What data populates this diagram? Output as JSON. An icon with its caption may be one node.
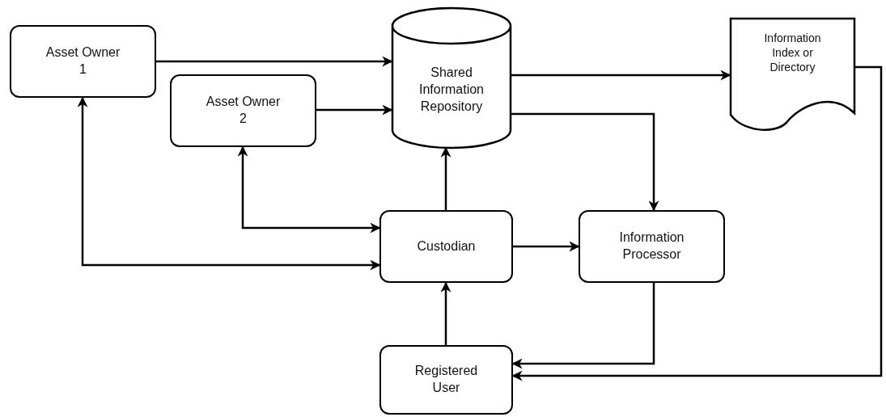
{
  "diagram": {
    "nodes": [
      {
        "text": [
          "Asset Owner 1"
        ]
      },
      {
        "text": [
          "Asset Owner 2"
        ]
      },
      {
        "text": [
          "Shared Information Repository"
        ]
      },
      {
        "text": [
          "Information Index or Directory"
        ]
      },
      {
        "text": [
          "Custodian"
        ]
      },
      {
        "text": [
          "Information Processor"
        ]
      },
      {
        "text": [
          "Registered User"
        ]
      }
    ],
    "edges": [
      {
        "from": 0,
        "to": 2,
        "arrow": "to"
      },
      {
        "from": 1,
        "to": 2,
        "arrow": "to"
      },
      {
        "from": 2,
        "to": 3,
        "arrow": "to"
      },
      {
        "from": 2,
        "to": 5,
        "arrow": "to"
      },
      {
        "from": 4,
        "to": 2,
        "arrow": "to"
      },
      {
        "from": 4,
        "to": 1,
        "arrow": "both"
      },
      {
        "from": 4,
        "to": 0,
        "arrow": "both"
      },
      {
        "from": 4,
        "to": 5,
        "arrow": "to"
      },
      {
        "from": 6,
        "to": 4,
        "arrow": "to"
      },
      {
        "from": 5,
        "to": 6,
        "arrow": "to"
      },
      {
        "from": 3,
        "to": 6,
        "arrow": "to"
      }
    ]
  }
}
